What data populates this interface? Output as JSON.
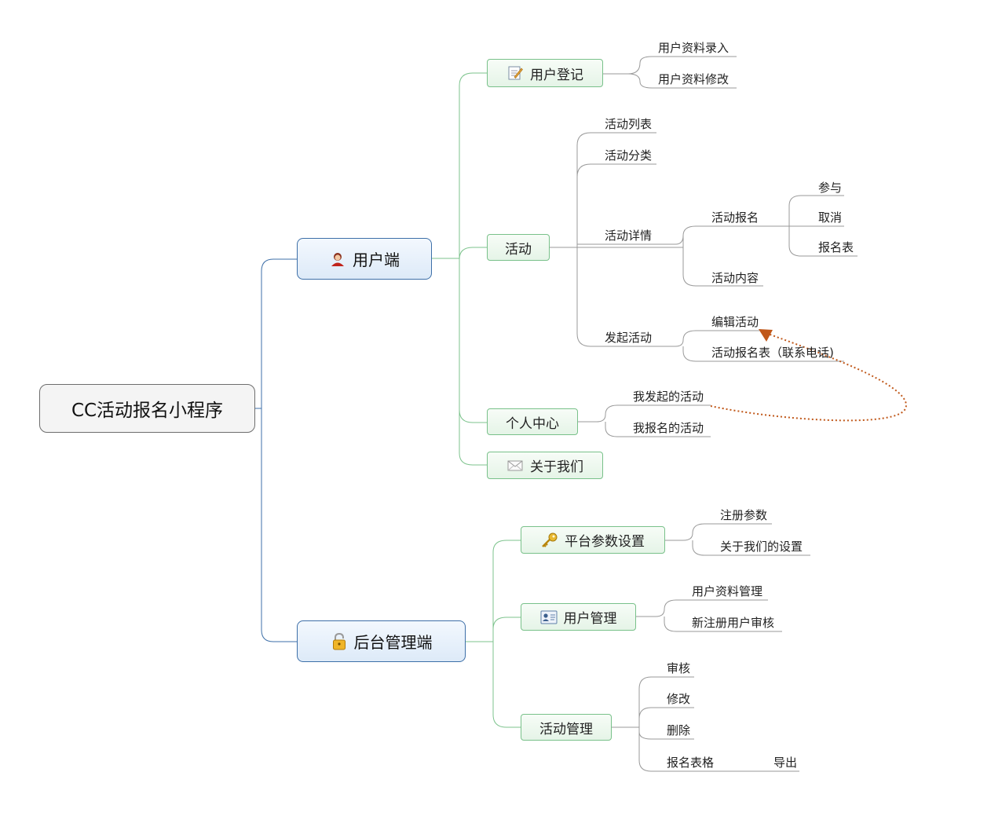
{
  "root": {
    "label": "CC活动报名小程序"
  },
  "user_side": {
    "label": "用户端",
    "icon": "person-icon",
    "register": {
      "label": "用户登记",
      "icon": "memo-icon",
      "items": [
        "用户资料录入",
        "用户资料修改"
      ]
    },
    "activity": {
      "label": "活动",
      "list": "活动列表",
      "category": "活动分类",
      "detail": {
        "label": "活动详情",
        "signup": {
          "label": "活动报名",
          "items": [
            "参与",
            "取消",
            "报名表"
          ]
        },
        "content": "活动内容"
      },
      "launch": {
        "label": "发起活动",
        "items": [
          "编辑活动",
          "活动报名表（联系电话)"
        ]
      }
    },
    "personal": {
      "label": "个人中心",
      "items": [
        "我发起的活动",
        "我报名的活动"
      ]
    },
    "about": {
      "label": "关于我们",
      "icon": "envelope-icon"
    }
  },
  "admin_side": {
    "label": "后台管理端",
    "icon": "lock-icon",
    "platform": {
      "label": "平台参数设置",
      "icon": "key-icon",
      "items": [
        "注册参数",
        "关于我们的设置"
      ]
    },
    "users": {
      "label": "用户管理",
      "icon": "id-card-icon",
      "items": [
        "用户资料管理",
        "新注册用户审核"
      ]
    },
    "activities": {
      "label": "活动管理",
      "items": [
        "审核",
        "修改",
        "删除"
      ],
      "form": {
        "label": "报名表格",
        "export": "导出"
      }
    }
  },
  "colors": {
    "root_line": "#3d6fa8",
    "branch_line": "#7cc38c",
    "leaf_line": "#999999",
    "relationship": "#c0581a"
  }
}
